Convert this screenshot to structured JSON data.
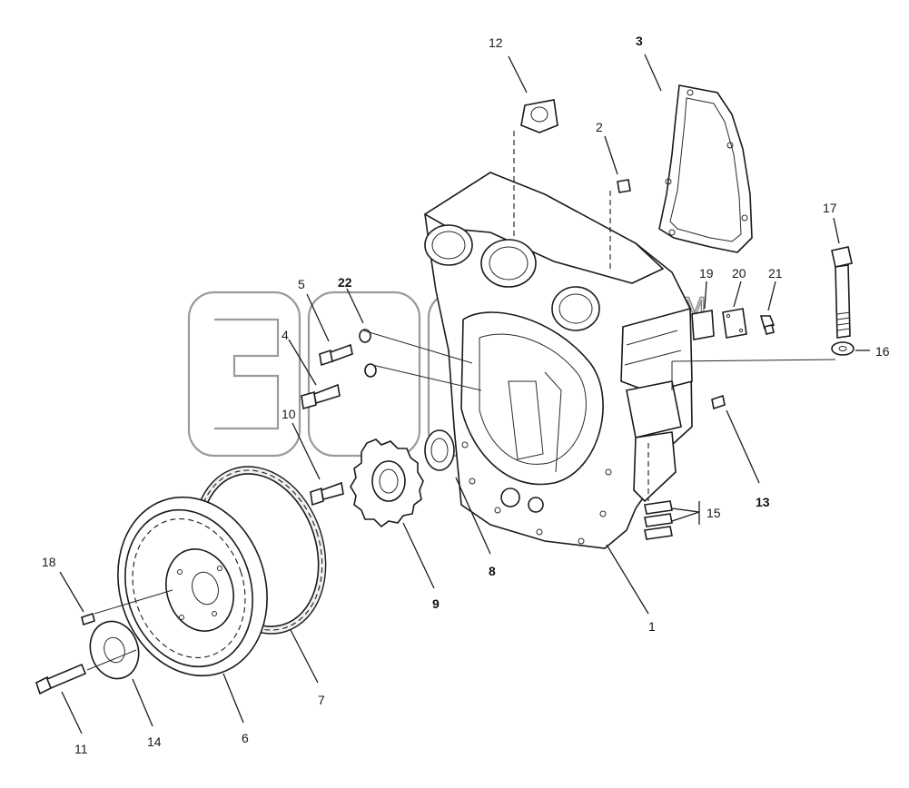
{
  "watermark": {
    "tm": "TM"
  },
  "labels": [
    {
      "id": "1",
      "text": "1",
      "bold": false
    },
    {
      "id": "2",
      "text": "2",
      "bold": false
    },
    {
      "id": "3",
      "text": "3",
      "bold": true
    },
    {
      "id": "4",
      "text": "4",
      "bold": false
    },
    {
      "id": "5",
      "text": "5",
      "bold": false
    },
    {
      "id": "6",
      "text": "6",
      "bold": false
    },
    {
      "id": "7",
      "text": "7",
      "bold": false
    },
    {
      "id": "8",
      "text": "8",
      "bold": true
    },
    {
      "id": "9",
      "text": "9",
      "bold": true
    },
    {
      "id": "10",
      "text": "10",
      "bold": false
    },
    {
      "id": "11",
      "text": "11",
      "bold": false
    },
    {
      "id": "12",
      "text": "12",
      "bold": false
    },
    {
      "id": "13",
      "text": "13",
      "bold": true
    },
    {
      "id": "14",
      "text": "14",
      "bold": false
    },
    {
      "id": "15",
      "text": "15",
      "bold": false
    },
    {
      "id": "16",
      "text": "16",
      "bold": false
    },
    {
      "id": "17",
      "text": "17",
      "bold": false
    },
    {
      "id": "18",
      "text": "18",
      "bold": false
    },
    {
      "id": "19",
      "text": "19",
      "bold": false
    },
    {
      "id": "20",
      "text": "20",
      "bold": false
    },
    {
      "id": "21",
      "text": "21",
      "bold": false
    },
    {
      "id": "22",
      "text": "22",
      "bold": true
    }
  ]
}
